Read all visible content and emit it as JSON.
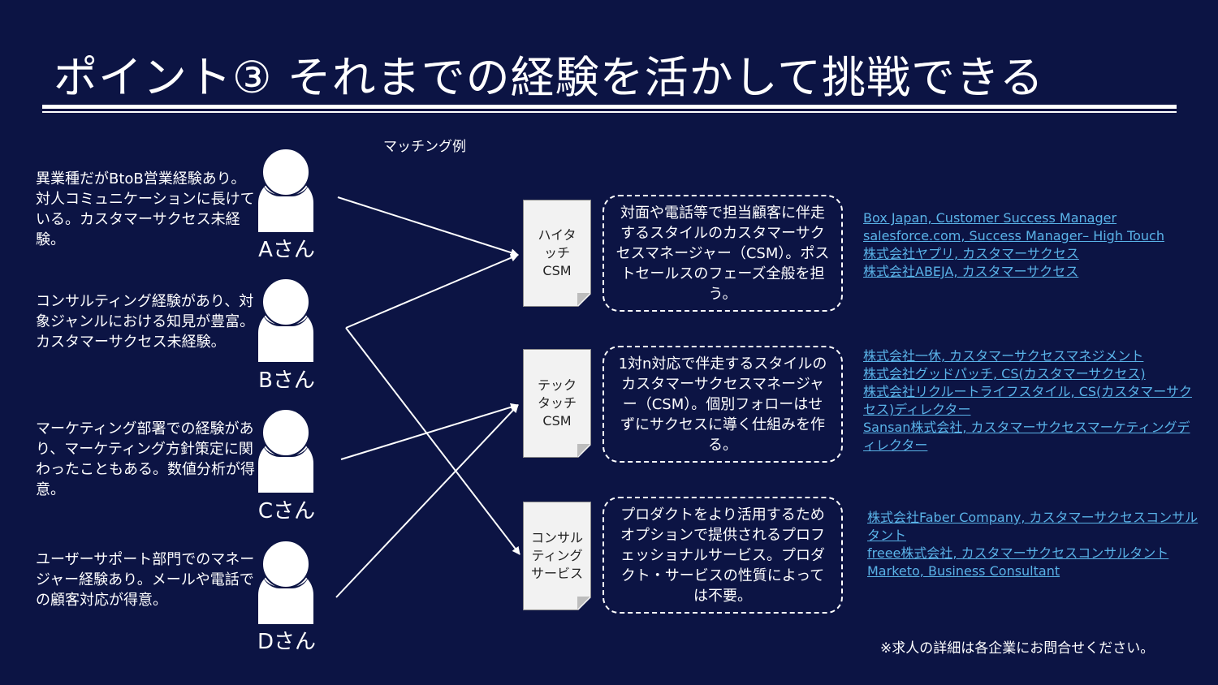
{
  "title": "ポイント③ それまでの経験を活かして挑戦できる",
  "caption": "マッチング例",
  "people": [
    {
      "name": "Aさん",
      "text": "異業種だがBtoB営業経験あり。対人コミュニケーションに長けている。カスタマーサクセス未経験。"
    },
    {
      "name": "Bさん",
      "text": "コンサルティング経験があり、対象ジャンルにおける知見が豊富。カスタマーサクセス未経験。"
    },
    {
      "name": "Cさん",
      "text": "マーケティング部署での経験があり、マーケティング方針策定に関わったこともある。数値分析が得意。"
    },
    {
      "name": "Dさん",
      "text": "ユーザーサポート部門でのマネージャー経験あり。メールや電話での顧客対応が得意。"
    }
  ],
  "roles": [
    {
      "label": "ハイタッチCSM",
      "description": "対面や電話等で担当顧客に伴走するスタイルのカスタマーサクセスマネージャー（CSM）。ポストセールスのフェーズ全般を担う。",
      "links": [
        "Box Japan, Customer Success Manager",
        "salesforce.com, Success Manager– High Touch",
        "株式会社ヤプリ, カスタマーサクセス",
        "株式会社ABEJA, カスタマーサクセス"
      ]
    },
    {
      "label": "テックタッチCSM",
      "description": "1対n対応で伴走するスタイルのカスタマーサクセスマネージャー（CSM）。個別フォローはせずにサクセスに導く仕組みを作る。",
      "links": [
        "株式会社一休, カスタマーサクセスマネジメント",
        "株式会社グッドパッチ, CS(カスタマーサクセス)",
        "株式会社リクルートライフスタイル, CS(カスタマーサクセス)ディレクター",
        "Sansan株式会社, カスタマーサクセスマーケティングディレクター"
      ]
    },
    {
      "label": "コンサルティングサービス",
      "description": "プロダクトをより活用するためオプションで提供されるプロフェッショナルサービス。プロダクト・サービスの性質によっては不要。",
      "links": [
        "株式会社Faber Company, カスタマーサクセスコンサルタント",
        "freee株式会社, カスタマーサクセスコンサルタント",
        "Marketo, Business Consultant"
      ]
    }
  ],
  "matches": [
    {
      "from": "Aさん",
      "to": "ハイタッチCSM"
    },
    {
      "from": "Bさん",
      "to": "ハイタッチCSM"
    },
    {
      "from": "Bさん",
      "to": "コンサルティングサービス"
    },
    {
      "from": "Cさん",
      "to": "テックタッチCSM"
    },
    {
      "from": "Dさん",
      "to": "テックタッチCSM"
    }
  ],
  "note": "※求人の詳細は各企業にお問合せください。",
  "colors": {
    "background": "#0c1444",
    "link": "#5ab3e8",
    "text": "#ffffff"
  }
}
